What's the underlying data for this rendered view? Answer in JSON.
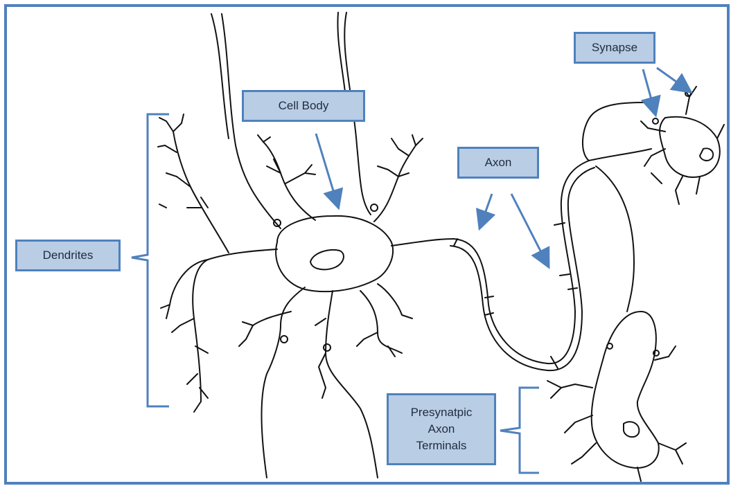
{
  "labels": {
    "cell_body": "Cell Body",
    "dendrites": "Dendrites",
    "axon": "Axon",
    "synapse": "Synapse",
    "presynaptic": [
      "Presynatpic",
      "Axon",
      "Terminals"
    ]
  },
  "colors": {
    "frame": "#4f81bd",
    "label_fill": "#b9cde5",
    "arrow": "#4f81bd",
    "ink": "#111111"
  }
}
